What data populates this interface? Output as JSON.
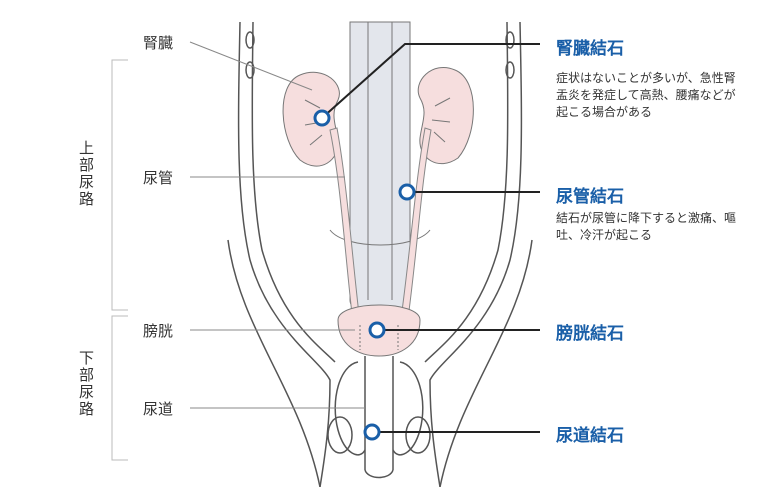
{
  "organs": {
    "kidney": "腎臓",
    "ureter": "尿管",
    "bladder": "膀胱",
    "urethra": "尿道"
  },
  "sections": {
    "upper": "上部尿路",
    "lower": "下部尿路"
  },
  "stones": {
    "kidney": {
      "title": "腎臓結石",
      "desc": "症状はないことが多いが、急性腎盂炎を発症して高熱、腰痛などが起こる場合がある"
    },
    "ureter": {
      "title": "尿管結石",
      "desc": "結石が尿管に降下すると激痛、嘔吐、冷汗が起こる"
    },
    "bladder": {
      "title": "膀胱結石"
    },
    "urethra": {
      "title": "尿道結石"
    }
  },
  "colors": {
    "accent": "#1a5fa8",
    "organ_fill": "#f6dede",
    "leader_dark": "#222222",
    "leader_gray": "#888888",
    "outline": "#555555"
  }
}
